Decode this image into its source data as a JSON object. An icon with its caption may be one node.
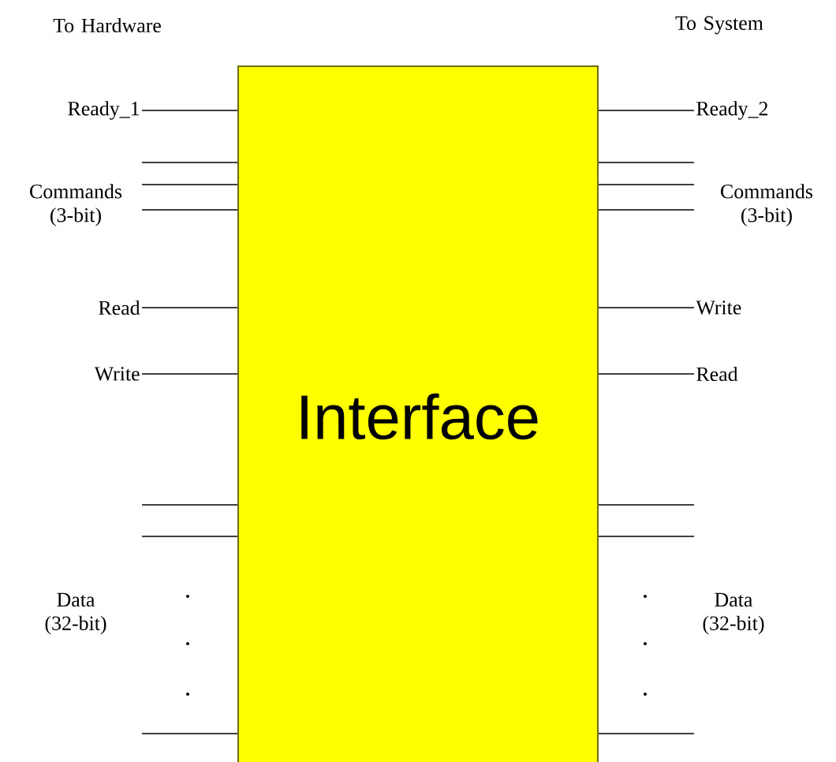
{
  "diagram": {
    "nodes": [
      {
        "text": [
          "Interface"
        ]
      },
      {
        "text": [
          "Ready_1"
        ]
      },
      {
        "text": [
          "Read"
        ]
      },
      {
        "text": [
          "Write"
        ]
      },
      {
        "text": [
          "Ready_2"
        ]
      },
      {
        "text": [
          "Write"
        ]
      },
      {
        "text": [
          "Read"
        ]
      }
    ],
    "edges": [
      {
        "from": 1,
        "to": 0,
        "arrow": "none"
      },
      {
        "from": null,
        "to": 0,
        "arrow": "none"
      },
      {
        "from": null,
        "to": 0,
        "arrow": "none"
      },
      {
        "from": null,
        "to": 0,
        "arrow": "none"
      },
      {
        "from": 2,
        "to": 0,
        "arrow": "none"
      },
      {
        "from": 3,
        "to": 0,
        "arrow": "none"
      },
      {
        "from": null,
        "to": 0,
        "arrow": "none"
      },
      {
        "from": null,
        "to": 0,
        "arrow": "none"
      },
      {
        "from": null,
        "to": 0,
        "arrow": "none"
      },
      {
        "from": 4,
        "to": 0,
        "arrow": "none"
      },
      {
        "from": null,
        "to": 0,
        "arrow": "none"
      },
      {
        "from": null,
        "to": 0,
        "arrow": "none"
      },
      {
        "from": null,
        "to": 0,
        "arrow": "none"
      },
      {
        "from": 5,
        "to": 0,
        "arrow": "none"
      },
      {
        "from": 6,
        "to": 0,
        "arrow": "none"
      },
      {
        "from": null,
        "to": 0,
        "arrow": "none"
      },
      {
        "from": null,
        "to": 0,
        "arrow": "none"
      },
      {
        "from": null,
        "to": 0,
        "arrow": "none"
      }
    ],
    "labels": [
      "To Hardware",
      "To System",
      "Commands (3-bit)",
      "Commands (3-bit)",
      "Data (32-bit)",
      "Data (32-bit)"
    ]
  }
}
